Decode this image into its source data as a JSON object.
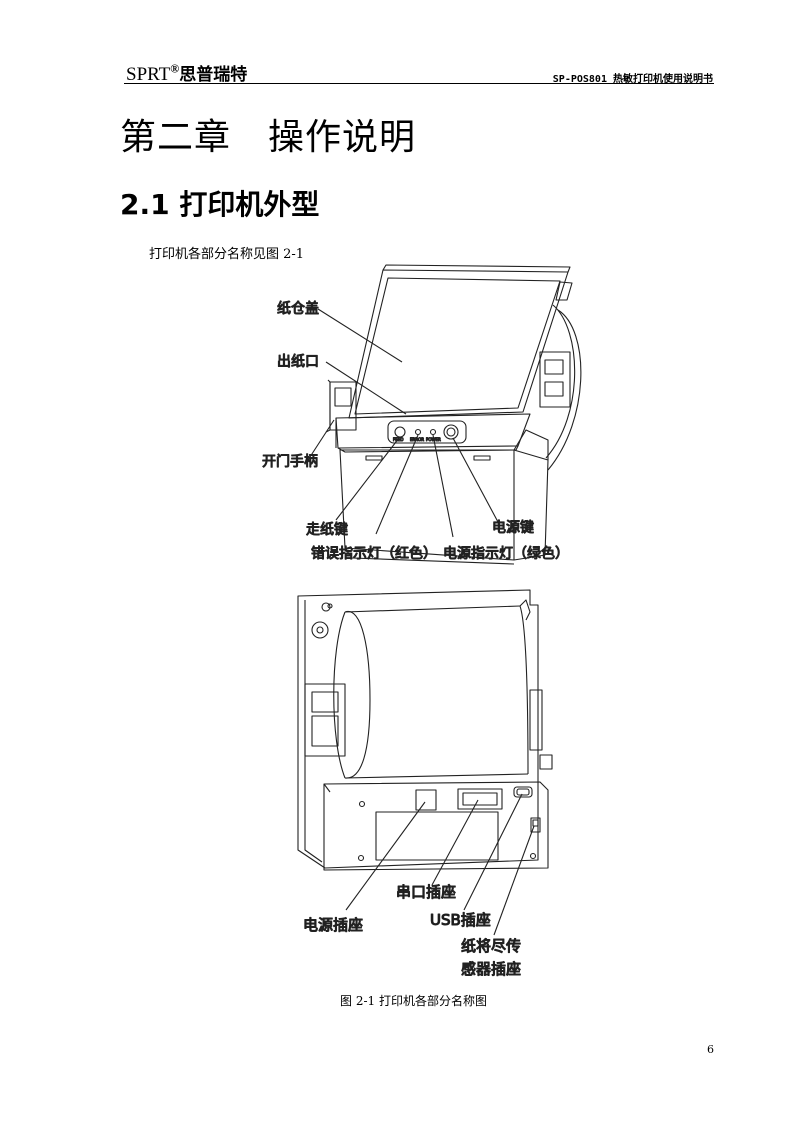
{
  "header": {
    "brand": "SPRT",
    "registered": "®",
    "brand_cn": "思普瑞特",
    "doc_title": "SP-POS801 热敏打印机使用说明书"
  },
  "chapter_title": "第二章　操作说明",
  "section_title": "2.1  打印机外型",
  "intro_text": "打印机各部分名称见图 2-1",
  "figure_top": {
    "labels": {
      "paper_cover": "纸仓盖",
      "paper_outlet": "出纸口",
      "door_handle": "开门手柄",
      "feed_key": "走纸键",
      "power_key": "电源键",
      "error_light": "错误指示灯（红色）",
      "power_light": "电源指示灯（绿色）"
    },
    "panel_marks": {
      "feed": "FEED",
      "error": "ERROR",
      "power": "POWER"
    }
  },
  "figure_bottom": {
    "labels": {
      "serial_port": "串口插座",
      "power_socket": "电源插座",
      "usb_port": "USB插座",
      "sensor_line1": "纸将尽传",
      "sensor_line2": "感器插座"
    }
  },
  "figure_caption": "图 2-1  打印机各部分名称图",
  "page_number": "6"
}
